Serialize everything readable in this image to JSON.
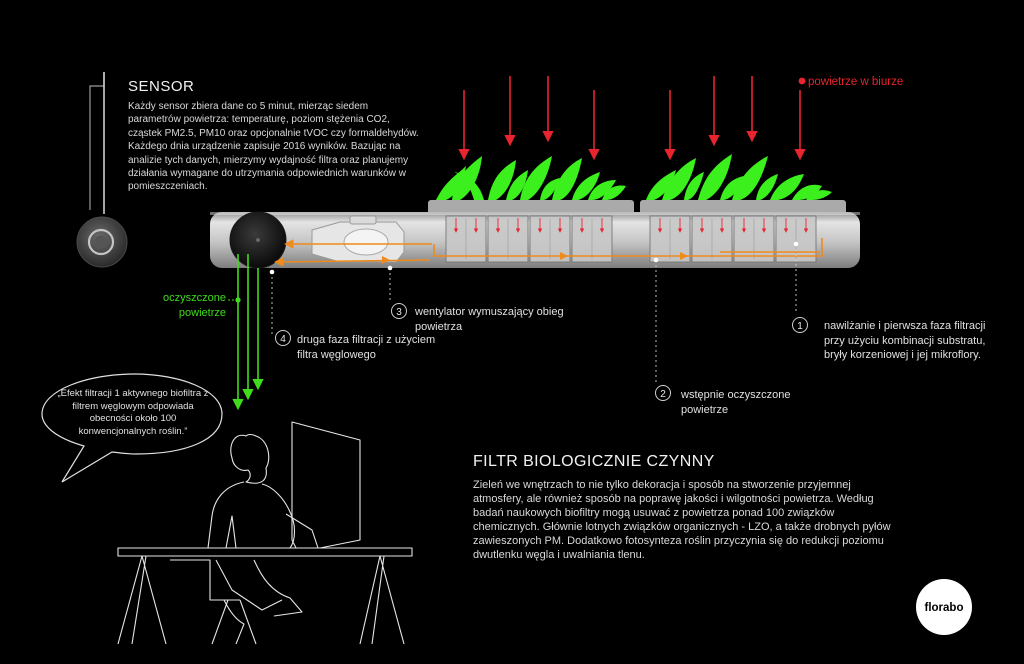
{
  "sensor": {
    "title": "SENSOR",
    "body": "Każdy sensor zbiera dane co 5 minut, mierząc siedem parametrów powietrza: temperaturę, poziom stężenia CO2, cząstek PM2.5, PM10 oraz opcjonalnie tVOC czy formaldehydów. Każdego dnia urządzenie zapisuje 2016 wyników. Bazując na analizie tych danych, mierzymy wydajność filtra oraz planujemy działania wymagane do utrzymania odpowiednich warunków w pomieszczeniach."
  },
  "legend": {
    "office_air": "powietrze w biurze"
  },
  "clean_air_label": "oczyszczone powietrze",
  "steps": [
    {
      "number": "1",
      "text": "nawilżanie i pierwsza faza filtracji przy użyciu kombinacji substratu, bryły korzeniowej i jej mikroflory."
    },
    {
      "number": "2",
      "text": "wstępnie oczyszczone powietrze"
    },
    {
      "number": "3",
      "text": "wentylator wymuszający obieg powietrza"
    },
    {
      "number": "4",
      "text": "druga faza filtracji z użyciem filtra węglowego"
    }
  ],
  "quote": "„Efekt filtracji 1 aktywnego biofiltra z filtrem węglowym odpowiada obecności około 100 konwencjonalnych roślin.”",
  "filter": {
    "title": "FILTR BIOLOGICZNIE CZYNNY",
    "body": "Zieleń we wnętrzach to nie tylko dekoracja i sposób na stworzenie przyjemnej atmosfery, ale również sposób na poprawę jakości i wilgotności powietrza. Według badań naukowych biofiltry mogą usuwać z powietrza ponad 100 związków chemicznych. Głównie lotnych związków organicznych - LZO, a także drobnych pyłów zawieszonych PM. Dodatkowo fotosynteza roślin przyczynia się do redukcji poziomu dwutlenku węgla i uwalniania tlenu."
  },
  "brand": "florabo",
  "colors": {
    "air_in": "#e8242f",
    "clean_air": "#3fdc1c",
    "flow": "#f08a1c",
    "plants": "#3cf01e",
    "tube": "#c9c9c9"
  }
}
